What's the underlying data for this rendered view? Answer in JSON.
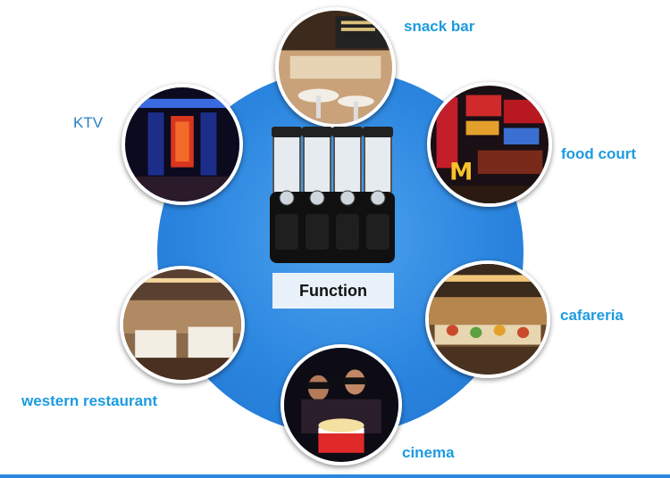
{
  "center": {
    "label": "Function"
  },
  "venues": [
    {
      "id": "snack-bar",
      "label": "snack bar"
    },
    {
      "id": "food-court",
      "label": "food court"
    },
    {
      "id": "cafareria",
      "label": "cafareria"
    },
    {
      "id": "cinema",
      "label": "cinema"
    },
    {
      "id": "western-restaurant",
      "label": "western restaurant"
    },
    {
      "id": "ktv",
      "label": "KTV"
    }
  ],
  "colors": {
    "accent": "#1d9be0",
    "circle": "#2b86e0"
  }
}
